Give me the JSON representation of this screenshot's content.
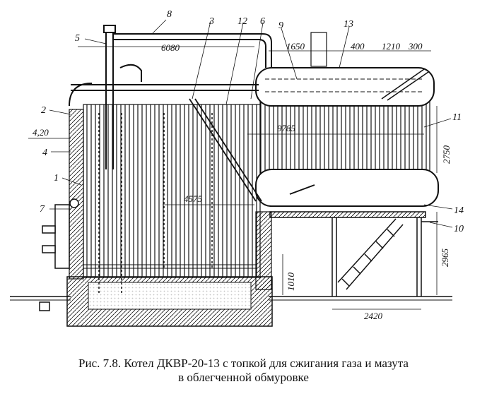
{
  "figure": {
    "caption_line1": "Рис. 7.8. Котел ДКВР-20-13 с топкой для сжигания газа и мазута",
    "caption_line2": "в облегченной обмуровке",
    "callouts": [
      "8",
      "5",
      "3",
      "12",
      "6",
      "9",
      "13",
      "2",
      "4",
      "1",
      "7",
      "11",
      "14",
      "10"
    ],
    "dimensions": {
      "total_length": "6080",
      "seg_a": "1650",
      "seg_b": "400",
      "seg_c": "1210",
      "seg_d": "300",
      "level_mark": "4,20",
      "drum_length": "9785",
      "height_upper": "2750",
      "furnace_length": "4575",
      "height_lower": "2965",
      "foundation_height": "1010",
      "support_width": "2420"
    },
    "colors": {
      "ink": "#111111",
      "paper": "#ffffff"
    }
  }
}
